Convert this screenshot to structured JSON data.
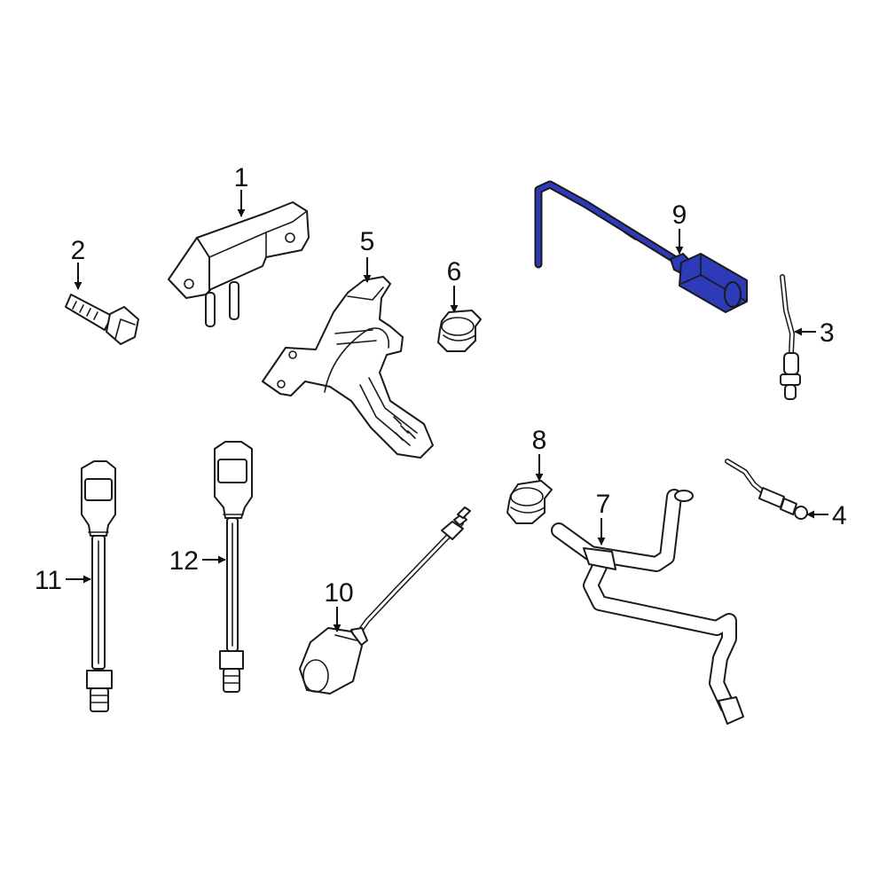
{
  "colors": {
    "highlight": "#2d3bb8",
    "line": "#1a1a1a",
    "background": "#ffffff"
  },
  "highlighted_part": "9",
  "callouts": [
    {
      "id": "c1",
      "label": "1"
    },
    {
      "id": "c2",
      "label": "2"
    },
    {
      "id": "c3",
      "label": "3"
    },
    {
      "id": "c4",
      "label": "4"
    },
    {
      "id": "c5",
      "label": "5"
    },
    {
      "id": "c6",
      "label": "6"
    },
    {
      "id": "c7",
      "label": "7"
    },
    {
      "id": "c8",
      "label": "8"
    },
    {
      "id": "c9",
      "label": "9"
    },
    {
      "id": "c10",
      "label": "10"
    },
    {
      "id": "c11",
      "label": "11"
    },
    {
      "id": "c12",
      "label": "12"
    }
  ]
}
